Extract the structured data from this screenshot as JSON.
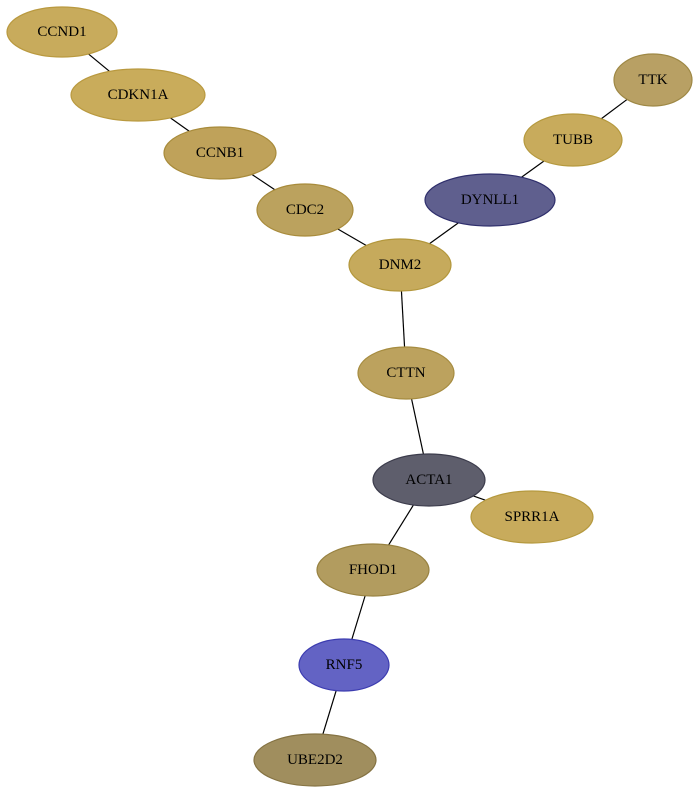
{
  "graph": {
    "nodes": [
      {
        "id": "CCND1",
        "label": "CCND1",
        "fill": "#c8ab5c",
        "stroke": "#b9993f"
      },
      {
        "id": "CDKN1A",
        "label": "CDKN1A",
        "fill": "#c9ac5b",
        "stroke": "#b9993f"
      },
      {
        "id": "CCNB1",
        "label": "CCNB1",
        "fill": "#bfa25a",
        "stroke": "#a88b3b"
      },
      {
        "id": "CDC2",
        "label": "CDC2",
        "fill": "#bba25e",
        "stroke": "#a88b3b"
      },
      {
        "id": "DNM2",
        "label": "DNM2",
        "fill": "#c6aa5c",
        "stroke": "#b3973c"
      },
      {
        "id": "TTK",
        "label": "TTK",
        "fill": "#b8a064",
        "stroke": "#9e8845"
      },
      {
        "id": "TUBB",
        "label": "TUBB",
        "fill": "#c8ab5c",
        "stroke": "#b5993e"
      },
      {
        "id": "DYNLL1",
        "label": "DYNLL1",
        "fill": "#5f5f8e",
        "stroke": "#2f2f6c"
      },
      {
        "id": "CTTN",
        "label": "CTTN",
        "fill": "#bca25e",
        "stroke": "#a68c40"
      },
      {
        "id": "ACTA1",
        "label": "ACTA1",
        "fill": "#5e5e6c",
        "stroke": "#3c3c4c"
      },
      {
        "id": "SPRR1A",
        "label": "SPRR1A",
        "fill": "#c8ab5c",
        "stroke": "#b5993e"
      },
      {
        "id": "FHOD1",
        "label": "FHOD1",
        "fill": "#b29c5f",
        "stroke": "#988241"
      },
      {
        "id": "RNF5",
        "label": "RNF5",
        "fill": "#6363c4",
        "stroke": "#3c3cb0"
      },
      {
        "id": "UBE2D2",
        "label": "UBE2D2",
        "fill": "#a08e5e",
        "stroke": "#857343"
      }
    ],
    "edges": [
      {
        "source": "CCND1",
        "target": "CDKN1A"
      },
      {
        "source": "CDKN1A",
        "target": "CCNB1"
      },
      {
        "source": "CCNB1",
        "target": "CDC2"
      },
      {
        "source": "CDC2",
        "target": "DNM2"
      },
      {
        "source": "TTK",
        "target": "TUBB"
      },
      {
        "source": "TUBB",
        "target": "DYNLL1"
      },
      {
        "source": "DYNLL1",
        "target": "DNM2"
      },
      {
        "source": "DNM2",
        "target": "CTTN"
      },
      {
        "source": "CTTN",
        "target": "ACTA1"
      },
      {
        "source": "ACTA1",
        "target": "SPRR1A"
      },
      {
        "source": "ACTA1",
        "target": "FHOD1"
      },
      {
        "source": "FHOD1",
        "target": "RNF5"
      },
      {
        "source": "RNF5",
        "target": "UBE2D2"
      }
    ]
  }
}
